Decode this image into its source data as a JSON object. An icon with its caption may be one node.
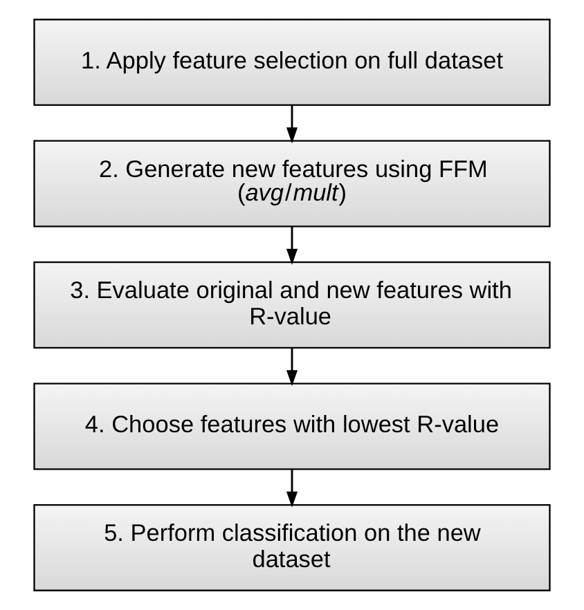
{
  "diagram": {
    "nodes": [
      {
        "text": [
          "1. Apply feature selection on full dataset"
        ]
      },
      {
        "text": [
          "2. Generate new features using FFM (*avg*/*mult*)"
        ]
      },
      {
        "text": [
          "3. Evaluate original and new features with R-value"
        ]
      },
      {
        "text": [
          "4. Choose features with lowest R-value"
        ]
      },
      {
        "text": [
          "5. Perform classification on the new dataset"
        ]
      }
    ],
    "edges": [
      {
        "from": 0,
        "to": 1,
        "arrow": "to"
      },
      {
        "from": 1,
        "to": 2,
        "arrow": "to"
      },
      {
        "from": 2,
        "to": 3,
        "arrow": "to"
      },
      {
        "from": 3,
        "to": 4,
        "arrow": "to"
      }
    ]
  }
}
